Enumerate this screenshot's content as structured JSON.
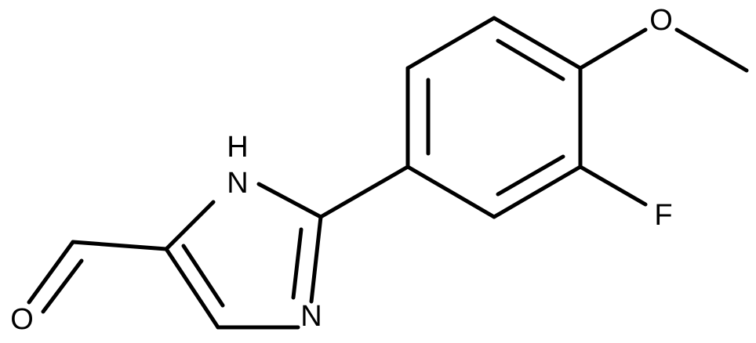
{
  "molecule": {
    "atoms": {
      "nh_h": "H",
      "nh_n": "N",
      "imine_n": "N",
      "fluorine": "F",
      "methoxy_o": "O",
      "aldehyde_o": "O"
    },
    "colors": {
      "bond": "#000000",
      "label": "#000000",
      "background": "#ffffff"
    }
  }
}
